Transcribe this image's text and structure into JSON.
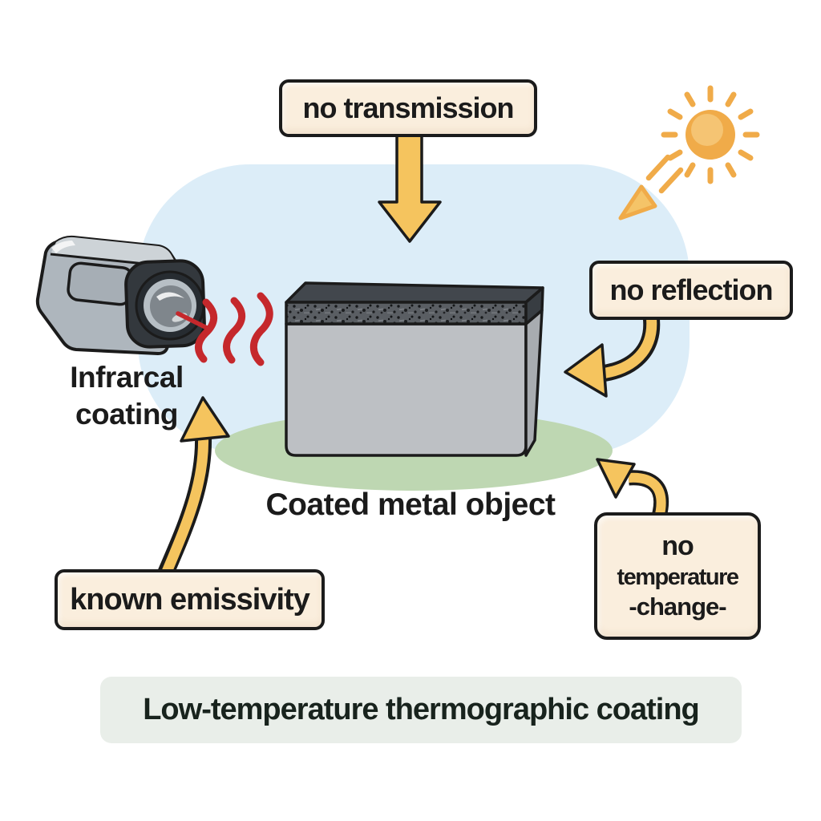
{
  "diagram_title": "Low-temperature thermographic coating",
  "callouts": {
    "no_transmission": "no transmission",
    "no_reflection": "no reflection",
    "known_emissivity": "known emissivity",
    "no_temperature_change": {
      "lines": [
        "no",
        "temperature",
        "-change-"
      ]
    }
  },
  "captions": {
    "infrared_coating": {
      "lines": [
        "Infrarcal",
        "coating"
      ]
    },
    "coated_metal_object": "Coated metal object"
  },
  "icons": {
    "camera": "infrared-camera-icon",
    "infrared_waves": "infrared-waves-icon",
    "sun": "sun-icon",
    "metal_block": "coated-metal-block",
    "arrows": [
      "down-arrow-icon",
      "reflection-arrow-icon",
      "emissivity-arrow-icon",
      "temperature-arrow-icon",
      "sun-ray-arrow-icon"
    ]
  },
  "colors": {
    "background": "#ffffff",
    "callout-bg": "#faeedd",
    "banner-bg": "#e9eee9",
    "outline": "#1b1b1b",
    "text": "#1b1b1b",
    "arrow-yellow": "#f5c45e",
    "sun-orange": "#f0ab49",
    "ir-red": "#c5282c",
    "blob-blue": "#dcedf8",
    "shadow-green": "#bed7b2",
    "metal-light": "#bdc0c4",
    "metal-side": "#a8acb0",
    "metal-top": "#42474d",
    "coating-band": "#5a5e63"
  }
}
